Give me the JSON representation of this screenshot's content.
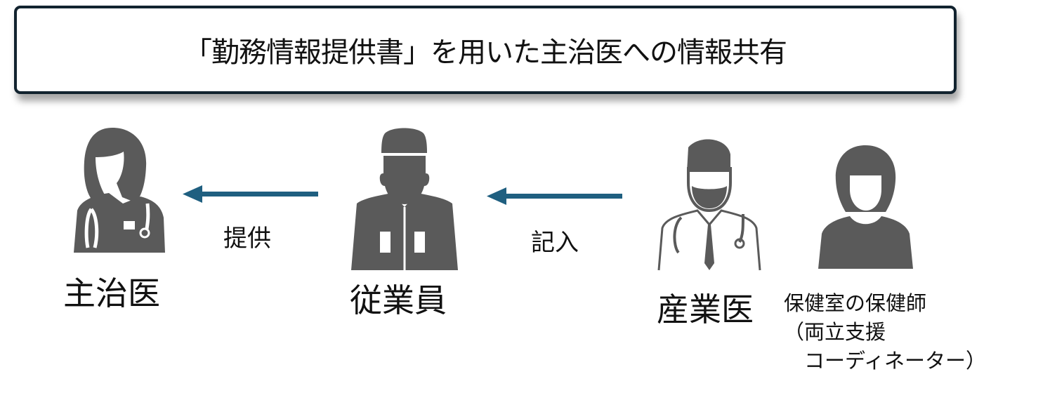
{
  "title": "「勤務情報提供書」を用いた主治医への情報共有",
  "actors": {
    "attending_physician": "主治医",
    "employee": "従業員",
    "occupational_physician": "産業医",
    "nurse_lines": [
      "保健室の保健師",
      "（両立支援",
      "　コーディネーター）"
    ]
  },
  "arrows": {
    "provide": "提供",
    "fill_in": "記入"
  },
  "colors": {
    "arrow": "#1f5f80",
    "figure": "#5a5a5a",
    "border": "#12232f"
  }
}
